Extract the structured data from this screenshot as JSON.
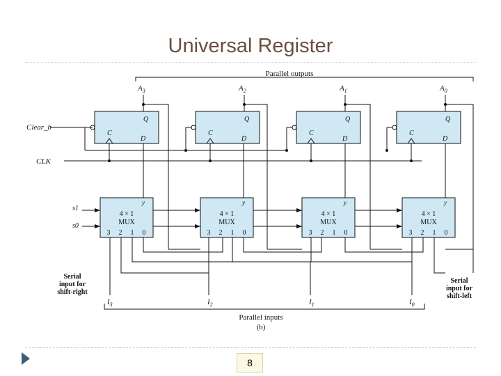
{
  "slide": {
    "title": "Universal Register",
    "page_number": "8"
  },
  "diagram": {
    "parallel_outputs_label": "Parallel outputs",
    "outputs": [
      "A3",
      "A2",
      "A1",
      "A0"
    ],
    "flipflop": {
      "q": "Q",
      "c": "C",
      "d": "D"
    },
    "clear_label": "Clear_b",
    "clk_label": "CLK",
    "select_labels": [
      "s1",
      "s0"
    ],
    "mux": {
      "line1": "4 × 1",
      "line2": "MUX",
      "y": "y",
      "inputs": [
        "3",
        "2",
        "1",
        "0"
      ]
    },
    "serial_right_label": [
      "Serial",
      "input for",
      "shift-right"
    ],
    "serial_left_label": [
      "Serial",
      "input for",
      "shift-left"
    ],
    "inputs": [
      "I3",
      "I2",
      "I1",
      "I0"
    ],
    "parallel_inputs_label": "Parallel inputs",
    "caption": "(b)"
  },
  "colors": {
    "block_fill": "#cfe8f3",
    "title": "#6b4e3d",
    "nav_arrow": "#3b5f7a"
  },
  "icons": {
    "nav": "triangle-right-icon"
  }
}
